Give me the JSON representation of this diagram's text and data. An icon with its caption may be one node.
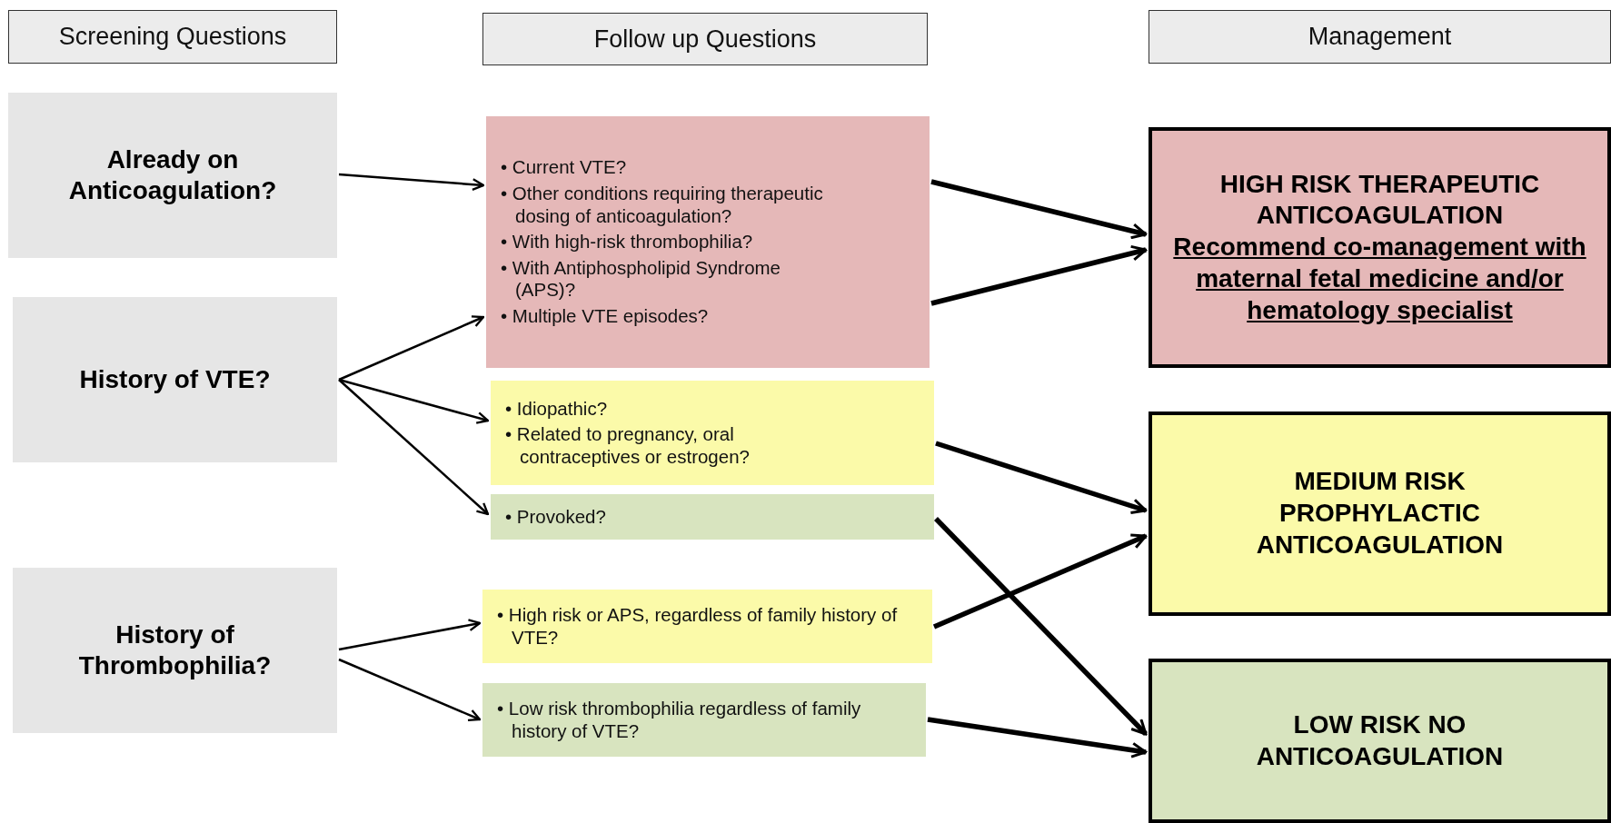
{
  "diagram": {
    "nodes": [
      {
        "text": [
          "Screening Questions"
        ]
      },
      {
        "text": [
          "Follow up Questions"
        ]
      },
      {
        "text": [
          "Management"
        ]
      },
      {
        "text": [
          "Already on Anticoagulation?"
        ]
      },
      {
        "text": [
          "History of VTE?"
        ]
      },
      {
        "text": [
          "History of Thrombophilia?"
        ]
      },
      {
        "text": [
          "• Current VTE?",
          "• Other conditions requiring therapeutic dosing of anticoagulation?",
          "• With high-risk thrombophilia?",
          "• With Antiphospholipid Syndrome (APS)?",
          "• Multiple VTE episodes?"
        ]
      },
      {
        "text": [
          "• Idiopathic?",
          "• Related to pregnancy, oral contraceptives or estrogen?"
        ]
      },
      {
        "text": [
          "• Provoked?"
        ]
      },
      {
        "text": [
          "• High risk or APS, regardless of family history of VTE?"
        ]
      },
      {
        "text": [
          "• Low risk thrombophilia regardless of family history of VTE?"
        ]
      },
      {
        "text": [
          "HIGH RISK THERAPEUTIC ANTICOAGULATION",
          "Recommend co-management with maternal fetal medicine and/or hematology specialist"
        ]
      },
      {
        "text": [
          "MEDIUM RISK PROPHYLACTIC ANTICOAGULATION"
        ]
      },
      {
        "text": [
          "LOW RISK NO ANTICOAGULATION"
        ]
      }
    ],
    "edges": [
      {
        "from": 3,
        "to": 6,
        "arrow": "to"
      },
      {
        "from": 4,
        "to": 6,
        "arrow": "to"
      },
      {
        "from": 4,
        "to": 7,
        "arrow": "to"
      },
      {
        "from": 4,
        "to": 8,
        "arrow": "to"
      },
      {
        "from": 5,
        "to": 9,
        "arrow": "to"
      },
      {
        "from": 5,
        "to": 10,
        "arrow": "to"
      },
      {
        "from": 6,
        "to": 11,
        "arrow": "to",
        "style": "thick"
      },
      {
        "from": 6,
        "to": 11,
        "arrow": "to",
        "style": "thick"
      },
      {
        "from": 7,
        "to": 12,
        "arrow": "to",
        "style": "thick"
      },
      {
        "from": 8,
        "to": 13,
        "arrow": "to",
        "style": "thick"
      },
      {
        "from": 9,
        "to": 12,
        "arrow": "to",
        "style": "thick"
      },
      {
        "from": 10,
        "to": 13,
        "arrow": "to",
        "style": "thick"
      }
    ]
  }
}
